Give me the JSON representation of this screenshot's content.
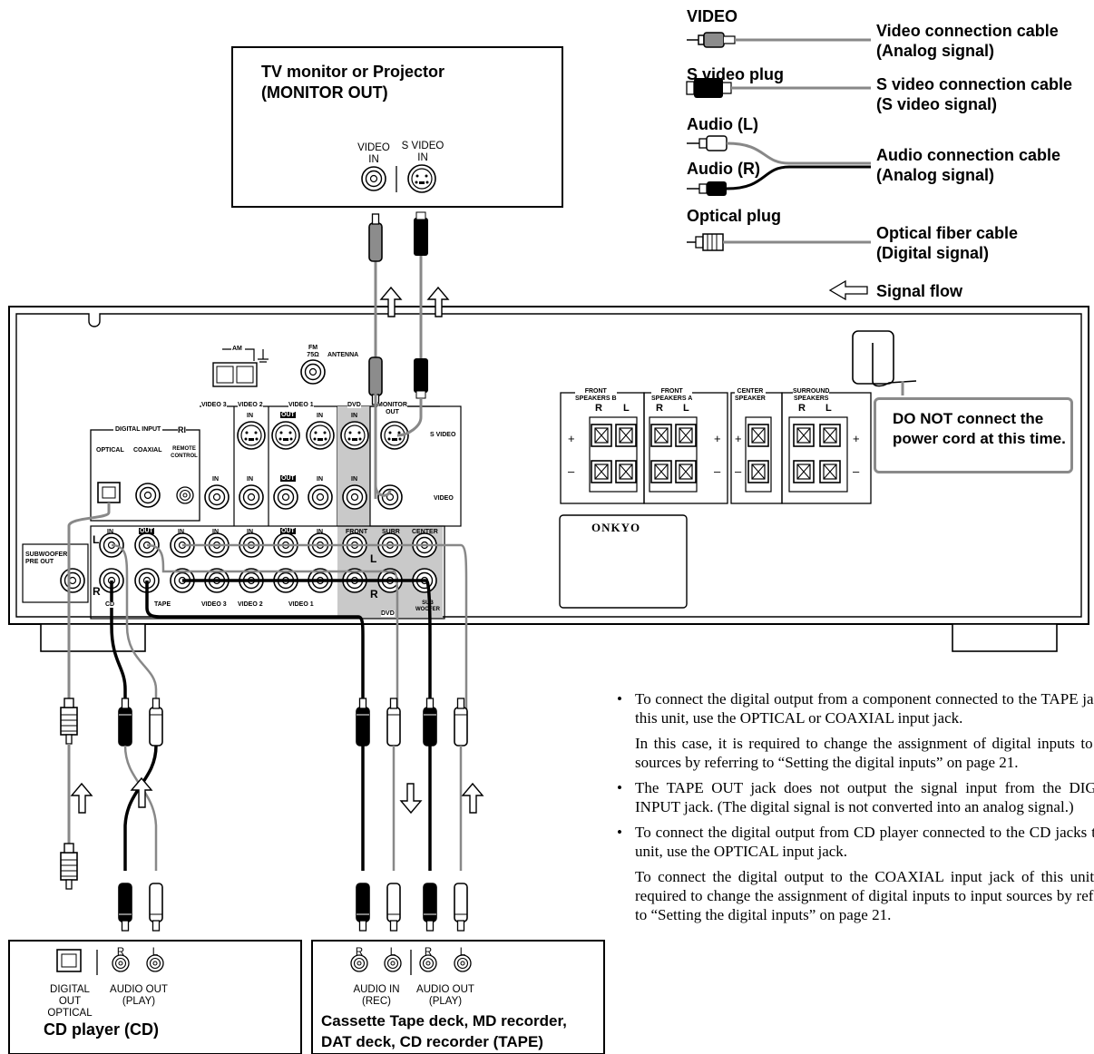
{
  "legend": {
    "video_plug": "VIDEO",
    "video_cable": [
      "Video connection cable",
      "(Analog signal)"
    ],
    "s_video_plug": "S video plug",
    "s_video_cable": [
      "S video connection cable",
      "(S video signal)"
    ],
    "audio_l": "Audio (L)",
    "audio_r": "Audio (R)",
    "audio_cable": [
      "Audio connection cable",
      "(Analog signal)"
    ],
    "optical_plug": "Optical plug",
    "optical_cable": [
      "Optical fiber cable",
      "(Digital signal)"
    ],
    "signal_flow": "Signal flow"
  },
  "tv": {
    "title": [
      "TV monitor or Projector",
      "(MONITOR OUT)"
    ],
    "video_label": [
      "VIDEO",
      "IN"
    ],
    "svideo_label": [
      "S VIDEO",
      "IN"
    ]
  },
  "receiver": {
    "brand": "ONKYO",
    "am": "AM",
    "fm": [
      "FM",
      "75Ω"
    ],
    "antenna": "ANTENNA",
    "digital_input": "DIGITAL INPUT",
    "optical": "OPTICAL",
    "coaxial": "COAXIAL",
    "ri": "RI",
    "remote_control": [
      "REMOTE",
      "CONTROL"
    ],
    "video3": "VIDEO 3",
    "video2": "VIDEO 2",
    "video1": "VIDEO 1",
    "dvd": "DVD",
    "monitor_out": [
      "MONITOR",
      "OUT"
    ],
    "s_video": "S VIDEO",
    "video": "VIDEO",
    "in": "IN",
    "out": "OUT",
    "subwoofer_pre_out": [
      "SUBWOOFER",
      "PRE OUT"
    ],
    "cd": "CD",
    "tape": "TAPE",
    "front": "FRONT",
    "surr": "SURR",
    "center": "CENTER",
    "sub_woofer": [
      "SUB",
      "WOOFER"
    ],
    "l": "L",
    "r": "R",
    "plus": "+",
    "minus": "–",
    "front_b": [
      "FRONT",
      "SPEAKERS  B"
    ],
    "front_a": [
      "FRONT",
      "SPEAKERS  A"
    ],
    "center_spk": [
      "CENTER",
      "SPEAKER"
    ],
    "surround_spk": [
      "SURROUND",
      "SPEAKERS"
    ]
  },
  "warning": "DO NOT connect the power cord at this time.",
  "cd_player": {
    "digital_out": [
      "DIGITAL",
      "OUT",
      "OPTICAL"
    ],
    "audio_out": [
      "AUDIO OUT",
      "(PLAY)"
    ],
    "r": "R",
    "l": "L",
    "title": "CD player (CD)"
  },
  "tape_deck": {
    "audio_in": [
      "AUDIO IN",
      "(REC)"
    ],
    "audio_out": [
      "AUDIO OUT",
      "(PLAY)"
    ],
    "r": "R",
    "l": "L",
    "title": [
      "Cassette Tape deck, MD recorder,",
      "DAT deck, CD recorder (TAPE)"
    ]
  },
  "notes": [
    {
      "bullet": "To connect the digital output from a component connected to the TAPE jacks to this unit, use the OPTICAL or COAXIAL input jack.",
      "sub": "In this case, it is required to change the assignment of digital inputs to input sources by referring to “Setting the digital inputs” on page 21."
    },
    {
      "bullet": "The TAPE OUT jack does not output the signal input from the DIGITAL INPUT jack. (The digital signal is not converted into an analog signal.)",
      "sub": ""
    },
    {
      "bullet": "To connect the digital output from CD player connected to the CD jacks to this unit, use the OPTICAL input jack.",
      "sub": "To connect the digital output to the COAXIAL input jack of this unit, it is required to change the assignment of digital inputs to input sources by referring to “Setting the digital inputs” on page 21."
    }
  ]
}
